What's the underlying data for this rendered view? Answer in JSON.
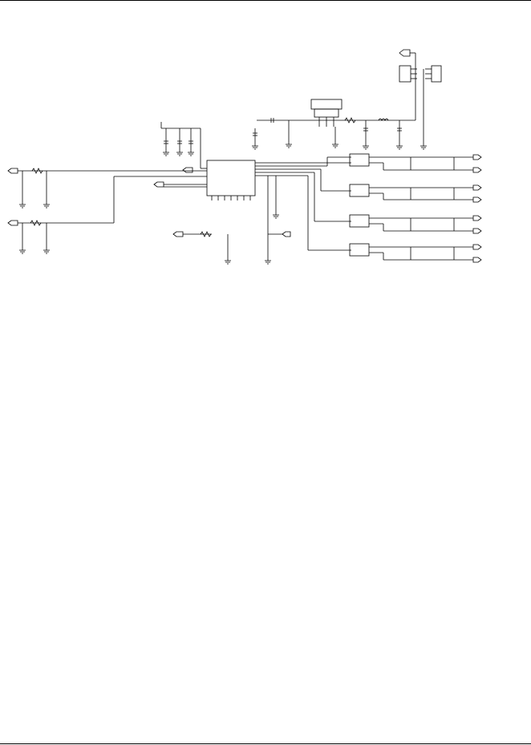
{
  "document": {
    "type": "schematic-page",
    "colors": {
      "ink": "#000000",
      "background": "#ffffff"
    }
  },
  "schematic": {
    "components": [
      "ic",
      "regulator",
      "opamp",
      "opamp",
      "opamp",
      "opamp",
      "connector",
      "connector"
    ],
    "input_ports": 4,
    "output_ports": 8
  }
}
